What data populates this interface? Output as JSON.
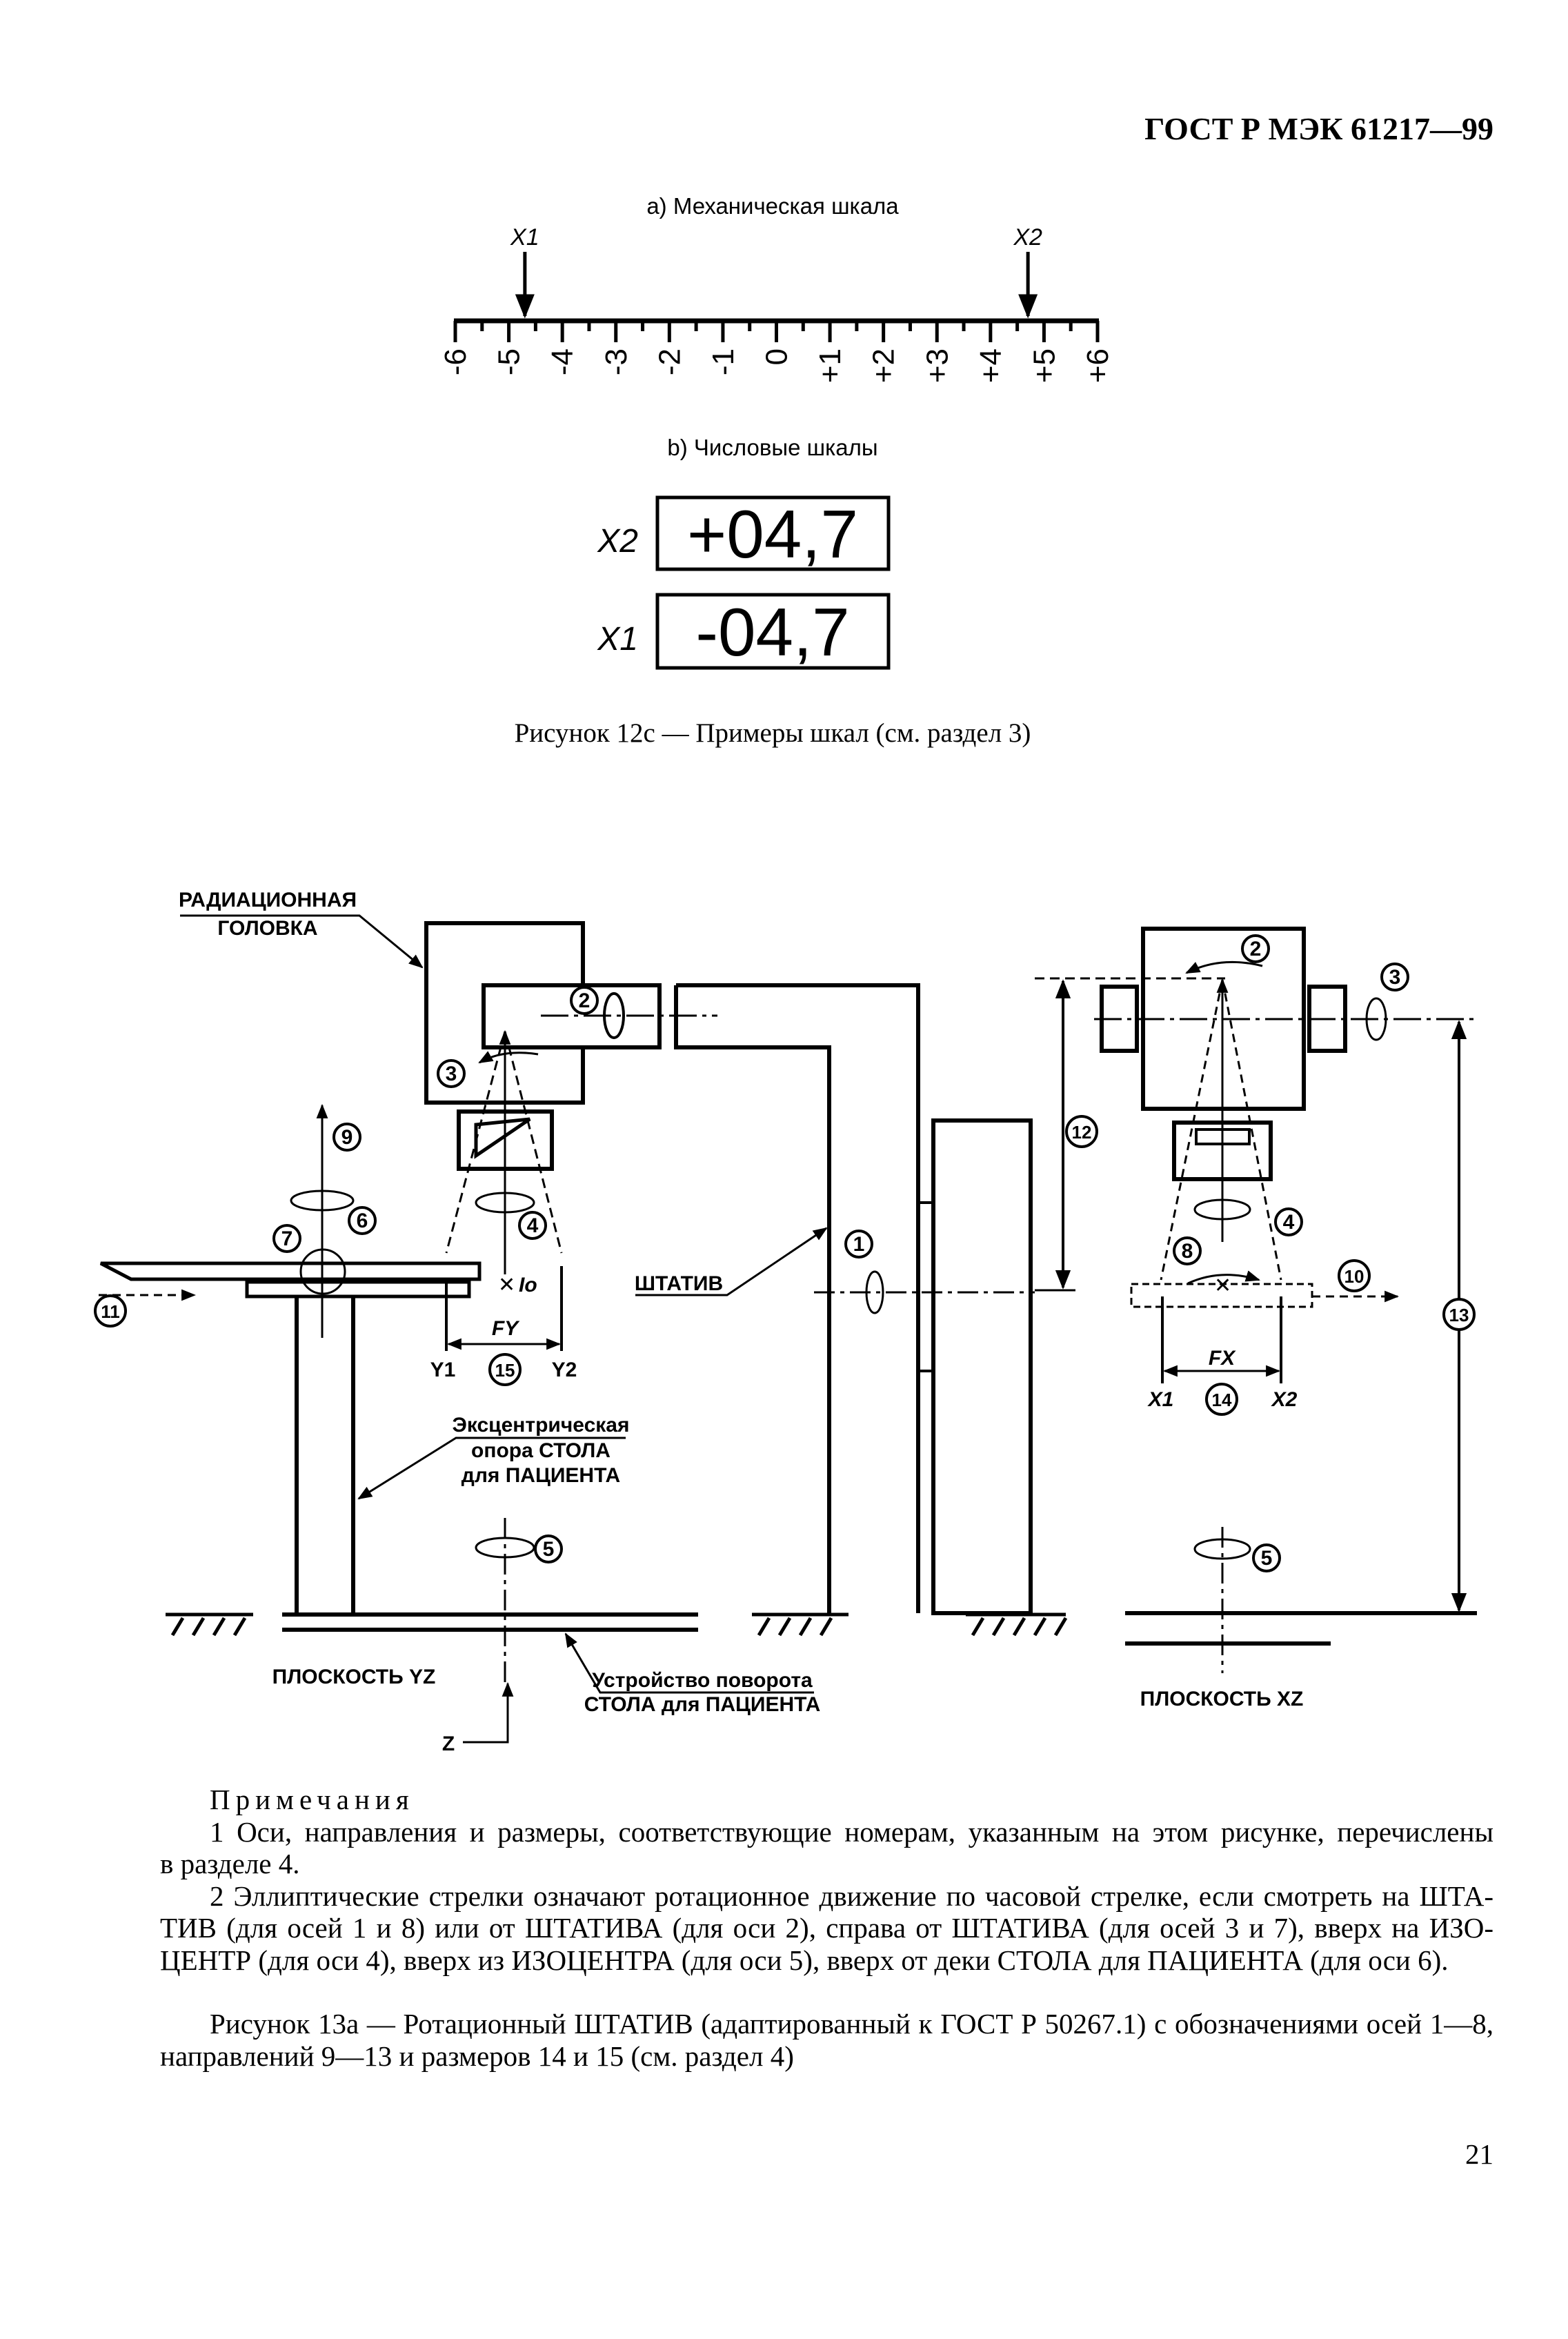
{
  "header": {
    "doc_id": "ГОСТ Р МЭК 61217—99"
  },
  "figure_12c": {
    "mech_title": "a) Механическая шкала",
    "x1_label": "X1",
    "x2_label": "X2",
    "x1_value": -4.7,
    "x2_value": 4.7,
    "scale_labels": [
      "-6",
      "-5",
      "-4",
      "-3",
      "-2",
      "-1",
      "0",
      "+1",
      "+2",
      "+3",
      "+4",
      "+5",
      "+6"
    ],
    "numeric_title": "b) Числовые шкалы",
    "x2_display": "+04,7",
    "x1_display": "-04,7",
    "caption": "Рисунок 12с — Примеры шкал (см. раздел 3)"
  },
  "figure_13a": {
    "labels": {
      "radiation_head_1": "РАДИАЦИОННАЯ",
      "radiation_head_2": "ГОЛОВКА",
      "gantry": "ШТАТИВ",
      "ecc_1": "Эксцентрическая",
      "ecc_2": "опора СТОЛА",
      "ecc_3": "для ПАЦИЕНТА",
      "plane_yz": "ПЛОСКОСТЬ YZ",
      "rot_1": "Устройство поворота",
      "rot_2": "СТОЛА для ПАЦИЕНТА",
      "plane_xz": "ПЛОСКОСТЬ XZ",
      "z": "Z",
      "io": "Io",
      "fy": "FY",
      "y1": "Y1",
      "y2": "Y2",
      "fx": "FX",
      "x1": "X1",
      "x2": "X2"
    },
    "markers_left": [
      "2",
      "3",
      "4",
      "6",
      "7",
      "9",
      "11",
      "15",
      "5",
      "1"
    ],
    "markers_right": [
      "2",
      "3",
      "12",
      "4",
      "8",
      "10",
      "13",
      "14",
      "5"
    ]
  },
  "notes": {
    "title": "Примечания",
    "p1": [
      "1 Оси, направления и размеры, соответствующие номерам, указанным на этом рисунке, перечислены",
      "в разделе 4."
    ],
    "p2": [
      "2 Эллиптические стрелки означают ротационное движение по часовой стрелке, если смотреть на ШТА-",
      "ТИВ (для осей 1 и 8) или от ШТАТИВА (для оси 2), справа от ШТАТИВА (для осей 3 и 7), вверх на ИЗО-",
      "ЦЕНТР (для оси 4), вверх из ИЗОЦЕНТРА (для оси 5), вверх от деки СТОЛА для ПАЦИЕНТА (для оси 6)."
    ],
    "caption": [
      "Рисунок 13а — Ротационный ШТАТИВ (адаптированный к ГОСТ Р 50267.1) с обозначениями осей 1—8,",
      "направлений 9—13 и размеров 14 и 15 (см. раздел 4)"
    ]
  },
  "page_number": "21"
}
